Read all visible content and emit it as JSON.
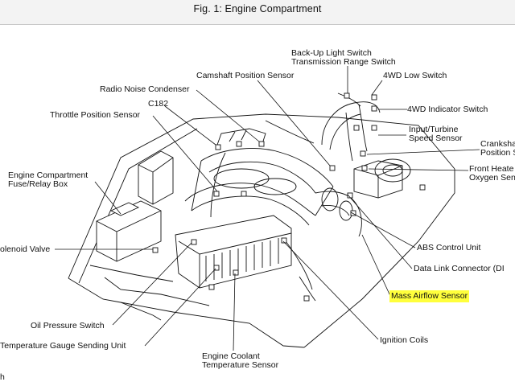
{
  "figure": {
    "title": "Fig. 1: Engine Compartment"
  },
  "labels": {
    "backup_light_switch": [
      "Back-Up Light Switch",
      "Transmission Range Switch"
    ],
    "fwd_low_switch": "4WD Low Switch",
    "camshaft_sensor": "Camshaft Position Sensor",
    "radio_noise": "Radio Noise Condenser",
    "fwd_indicator": "4WD Indicator Switch",
    "c182": "C182",
    "throttle_sensor": "Throttle Position Sensor",
    "input_turbine": [
      "Input/Turbine",
      "Speed Sensor"
    ],
    "crankshaft": [
      "Cranksha",
      "Position S"
    ],
    "engine_fuse_box": [
      "Engine Compartment",
      "Fuse/Relay Box"
    ],
    "front_heated": [
      "Front Heate",
      "Oxygen Sen"
    ],
    "solenoid_valve": "olenoid Valve",
    "abs_control": "ABS Control Unit",
    "data_link": "Data Link Connector (DI",
    "mass_airflow": "Mass Airflow Sensor",
    "oil_pressure": "Oil Pressure Switch",
    "temp_gauge": "Temperature Gauge Sending Unit",
    "ignition_coils": "Ignition Coils",
    "coolant_sensor": [
      "Engine Coolant",
      "Temperature Sensor"
    ],
    "corner_mark": "h"
  },
  "colors": {
    "highlight": "#ffff3c",
    "line": "#111111",
    "header_bg": "#f3f3f3"
  }
}
